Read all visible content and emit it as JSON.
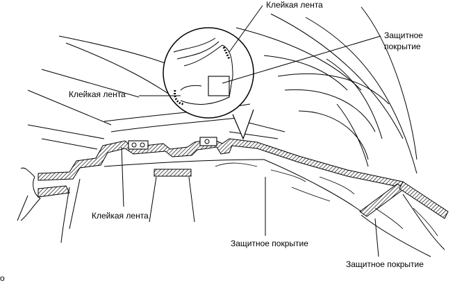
{
  "labels": {
    "tape_top": "Клейкая лента",
    "cover_top_line1": "Защитное",
    "cover_top_line2": "покрытие",
    "tape_left": "Клейкая лента",
    "tape_bottom": "Клейкая лента",
    "cover_bottom_center": "Защитное покрытие",
    "cover_bottom_right": "Защитное покрытие",
    "corner_mark": "o"
  }
}
